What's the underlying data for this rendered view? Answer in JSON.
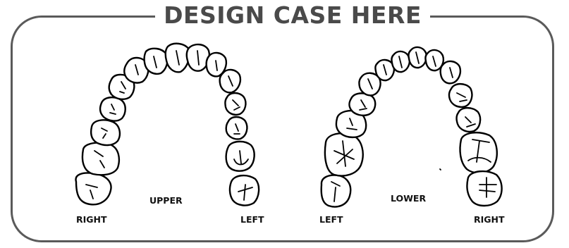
{
  "header": {
    "title": "DESIGN CASE HERE"
  },
  "upper_arch": {
    "label": "UPPER",
    "side_left_label": "RIGHT",
    "side_right_label": "LEFT"
  },
  "lower_arch": {
    "label": "LOWER",
    "side_left_label": "LEFT",
    "side_right_label": "RIGHT"
  },
  "colors": {
    "frame": "#5a5a5a",
    "title": "#4a4a4a",
    "ink": "#000000"
  }
}
